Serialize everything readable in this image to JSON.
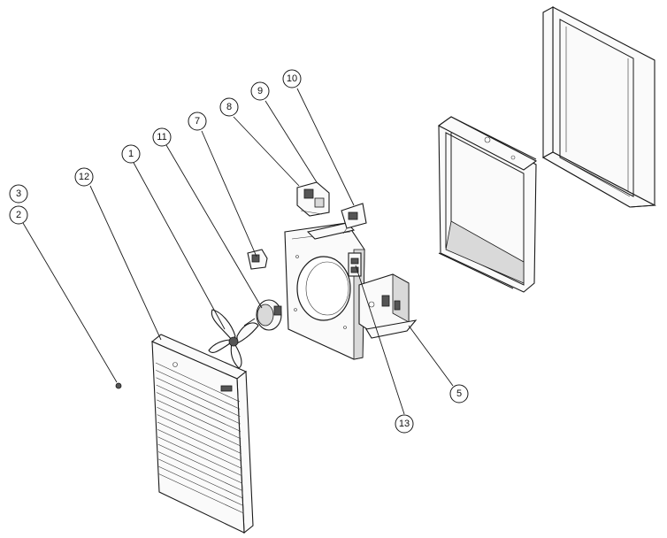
{
  "callouts": {
    "c1": "1",
    "c2": "2",
    "c3": "3",
    "c5": "5",
    "c7": "7",
    "c8": "8",
    "c9": "9",
    "c10": "10",
    "c11": "11",
    "c12": "12",
    "c13": "13"
  }
}
